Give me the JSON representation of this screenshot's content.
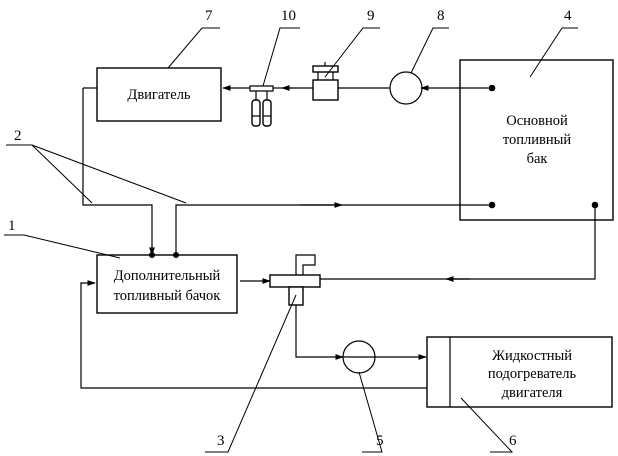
{
  "components": {
    "engine": "Двигатель",
    "main_tank": [
      "Основной",
      "топливный",
      "бак"
    ],
    "aux_tank": [
      "Дополнительный",
      "топливный бачок"
    ],
    "heater": [
      "Жидкостный",
      "подогреватель",
      "двигателя"
    ]
  },
  "callouts": [
    "1",
    "2",
    "3",
    "4",
    "5",
    "6",
    "7",
    "8",
    "9",
    "10"
  ]
}
